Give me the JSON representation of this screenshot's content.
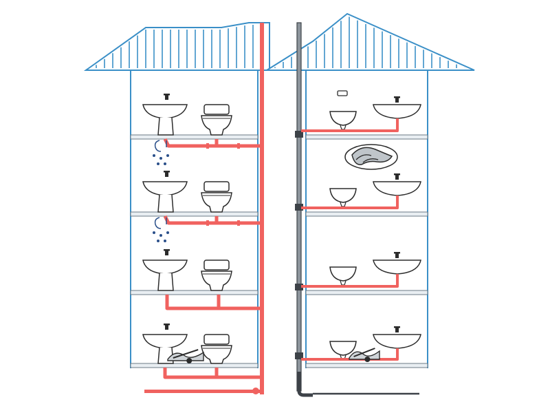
{
  "colors": {
    "background": "#ffffff",
    "roof": "#3a8fc7",
    "wall": "#3a8fc7",
    "floor_slab": "#6b7a86",
    "pipe_red": "#f0625f",
    "pipe_dark": "#3d4248",
    "fixture_line": "#2b2b2b",
    "fixture_fill": "#ffffff",
    "drip": "#2a4f8a"
  },
  "icons": {
    "basin": "washbasin-icon",
    "toilet": "toilet-icon",
    "faucet": "faucet-icon",
    "pipe_leak": "leaking-pipe-icon",
    "cleaning_tool": "pipe-cleaning-tool-icon"
  },
  "building_left": {
    "floors": [
      {
        "fixtures": [
          "pedestal-washbasin",
          "toilet"
        ],
        "leak_below": true
      },
      {
        "fixtures": [
          "pedestal-washbasin",
          "toilet"
        ],
        "leak_below": true
      },
      {
        "fixtures": [
          "pedestal-washbasin",
          "toilet"
        ],
        "leak_below": false
      },
      {
        "fixtures": [
          "pedestal-washbasin",
          "toilet"
        ],
        "leak_below": false,
        "cleaning_tool": true
      }
    ]
  },
  "building_right": {
    "floors": [
      {
        "fixtures": [
          "small-washbasin",
          "vessel-washbasin"
        ],
        "detail_circle": true
      },
      {
        "fixtures": [
          "small-washbasin",
          "vessel-washbasin"
        ]
      },
      {
        "fixtures": [
          "small-washbasin",
          "vessel-washbasin"
        ]
      },
      {
        "fixtures": [
          "small-washbasin",
          "vessel-washbasin"
        ],
        "cleaning_tool": true
      }
    ]
  }
}
